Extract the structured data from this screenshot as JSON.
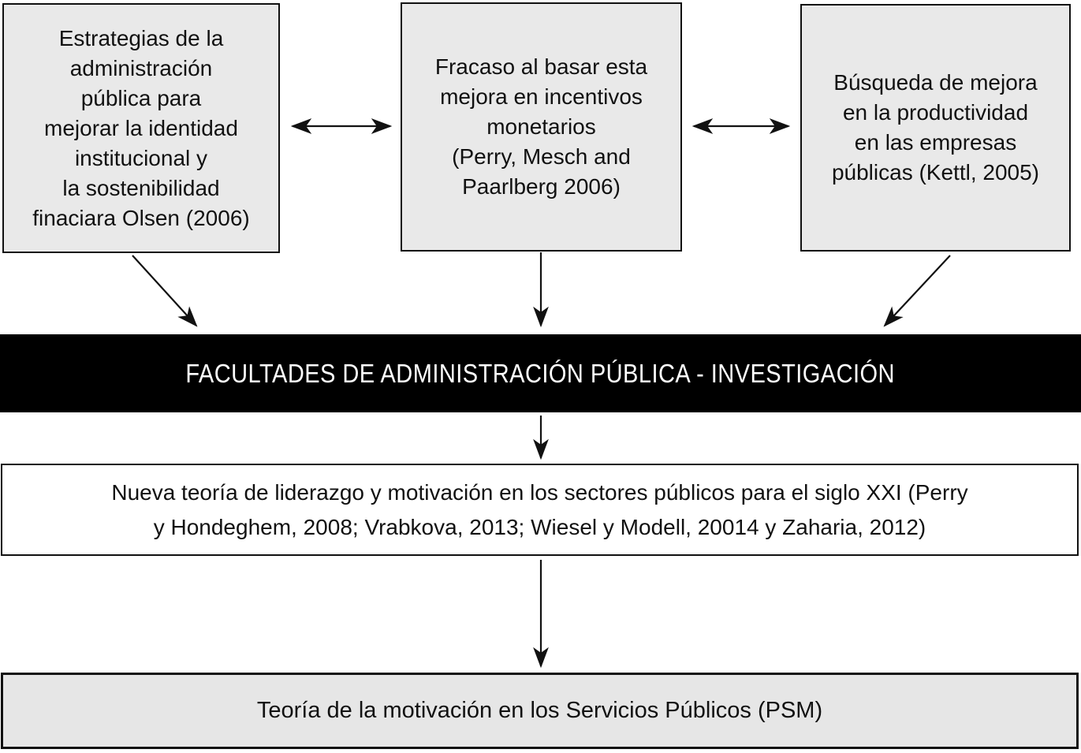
{
  "diagram": {
    "title": "PSM theory flow diagram",
    "top_boxes": [
      {
        "id": "estrategias",
        "text": "Estrategias de la\nadministración\npública para\nmejorar la identidad\ninstitucional y\nla sostenibilidad\nfinaciara Olsen (2006)"
      },
      {
        "id": "fracaso",
        "text": "Fracaso al basar esta\nmejora en incentivos\nmonetarios\n(Perry, Mesch and\nPaarlberg 2006)"
      },
      {
        "id": "busqueda",
        "text": "Búsqueda de mejora\nen la productividad\nen las empresas\npúblicas (Kettl, 2005)"
      }
    ],
    "banner": {
      "text": "FACULTADES DE ADMINISTRACIÓN PÚBLICA - INVESTIGACIÓN"
    },
    "middle_box": {
      "text": "Nueva teoría de liderazgo y motivación en los sectores públicos para el siglo XXI (Perry\ny Hondeghem, 2008; Vrabkova, 2013; Wiesel y Modell, 20014 y Zaharia, 2012)"
    },
    "bottom_box": {
      "text": "Teoría de la motivación en los Servicios Públicos (PSM)"
    },
    "connectors": [
      {
        "name": "double-arrow-box1-box2",
        "type": "double-headed-horizontal"
      },
      {
        "name": "double-arrow-box2-box3",
        "type": "double-headed-horizontal"
      },
      {
        "name": "arrow-box1-to-banner",
        "type": "diagonal-down-right"
      },
      {
        "name": "arrow-box2-to-banner",
        "type": "vertical-down"
      },
      {
        "name": "arrow-box3-to-banner",
        "type": "diagonal-down-left"
      },
      {
        "name": "arrow-banner-to-middle-box",
        "type": "vertical-down"
      },
      {
        "name": "arrow-middle-box-to-bottom-box",
        "type": "vertical-down"
      }
    ],
    "colors": {
      "top_box_fill": "#e9e9e9",
      "bottom_box_fill": "#e6e6e6",
      "middle_box_fill": "#ffffff",
      "banner_bg": "#000000",
      "banner_text": "#ffffff",
      "border_and_lines": "#111111"
    }
  }
}
